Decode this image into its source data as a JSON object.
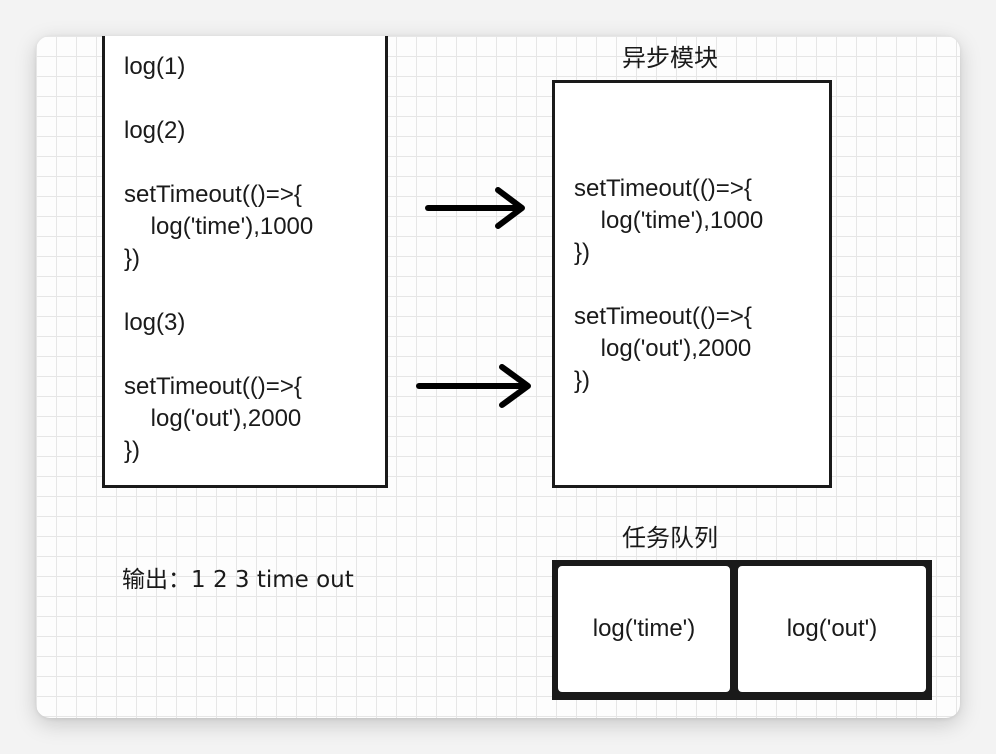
{
  "main_code": {
    "lines": [
      "log(1)",
      "log(2)",
      "setTimeout(()=>{",
      "    log('time'),1000",
      "})",
      "log(3)",
      "setTimeout(()=>{",
      "    log('out'),2000",
      "})"
    ]
  },
  "async_module": {
    "title": "异步模块",
    "lines": [
      "setTimeout(()=>{",
      "    log('time'),1000",
      "})",
      "setTimeout(()=>{",
      "    log('out'),2000",
      "})"
    ]
  },
  "task_queue": {
    "title": "任务队列",
    "items": [
      "log('time')",
      "log('out')"
    ]
  },
  "output": {
    "text": "输出：1 2 3 time out"
  },
  "colors": {
    "stroke": "#1a1a1a",
    "grid": "#e6e6e6",
    "background": "#fdfdfd"
  }
}
